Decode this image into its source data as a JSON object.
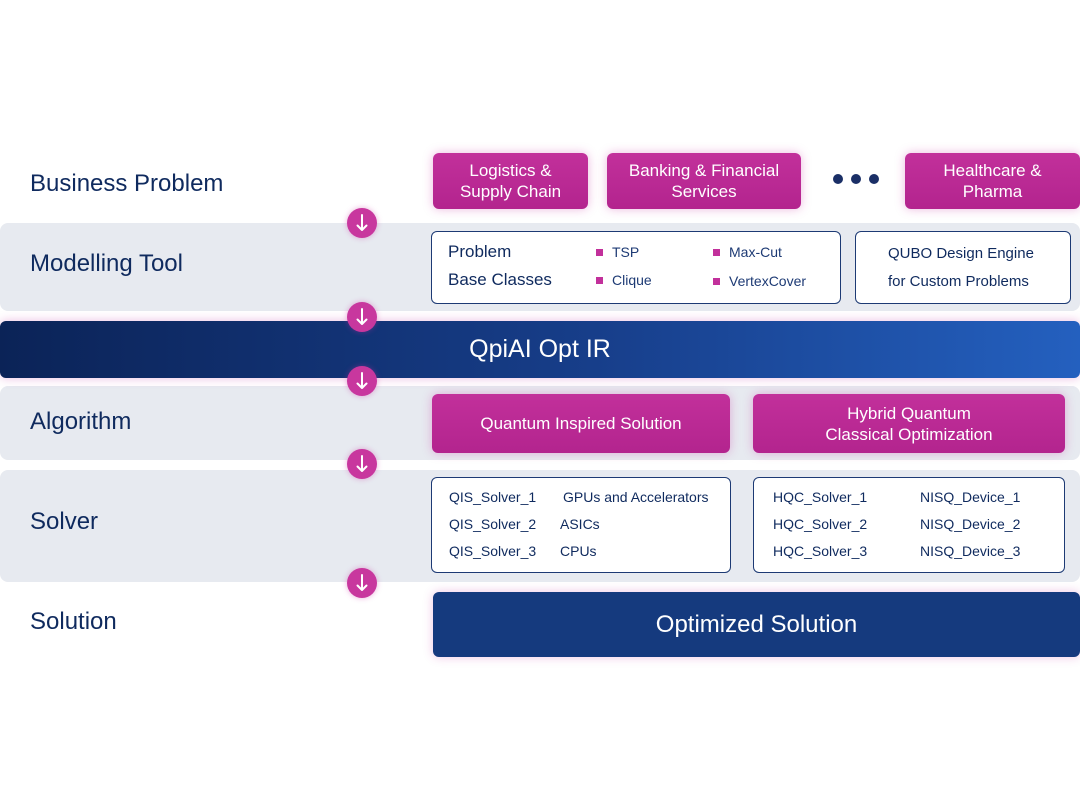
{
  "rows": {
    "business_problem": "Business Problem",
    "modelling_tool": "Modelling Tool",
    "algorithm": "Algorithm",
    "solver": "Solver",
    "solution": "Solution"
  },
  "business": {
    "logistics": "Logistics &\nSupply Chain",
    "banking": "Banking & Financial\nServices",
    "healthcare": "Healthcare &\nPharma"
  },
  "modelling": {
    "problem_title_1": "Problem",
    "problem_title_2": "Base Classes",
    "items": [
      "TSP",
      "Max-Cut",
      "Clique",
      "VertexCover"
    ],
    "qubo_1": "QUBO Design Engine",
    "qubo_2": "for Custom Problems"
  },
  "ir": "QpiAI Opt IR",
  "algorithm": {
    "quantum_inspired": "Quantum Inspired Solution",
    "hybrid": "Hybrid Quantum\nClassical Optimization"
  },
  "solver": {
    "qis": [
      "QIS_Solver_1",
      "QIS_Solver_2",
      "QIS_Solver_3"
    ],
    "hardware": [
      "GPUs and Accelerators",
      "ASICs",
      "CPUs"
    ],
    "hqc": [
      "HQC_Solver_1",
      "HQC_Solver_2",
      "HQC_Solver_3"
    ],
    "nisq": [
      "NISQ_Device_1",
      "NISQ_Device_2",
      "NISQ_Device_3"
    ]
  },
  "solution": "Optimized Solution",
  "colors": {
    "magenta": "#c2309b",
    "navy": "#0f2a5e",
    "band": "#e7eaf0",
    "ir_start": "#0b2357",
    "ir_end": "#2460bf",
    "solution_bar": "#153a7e"
  }
}
